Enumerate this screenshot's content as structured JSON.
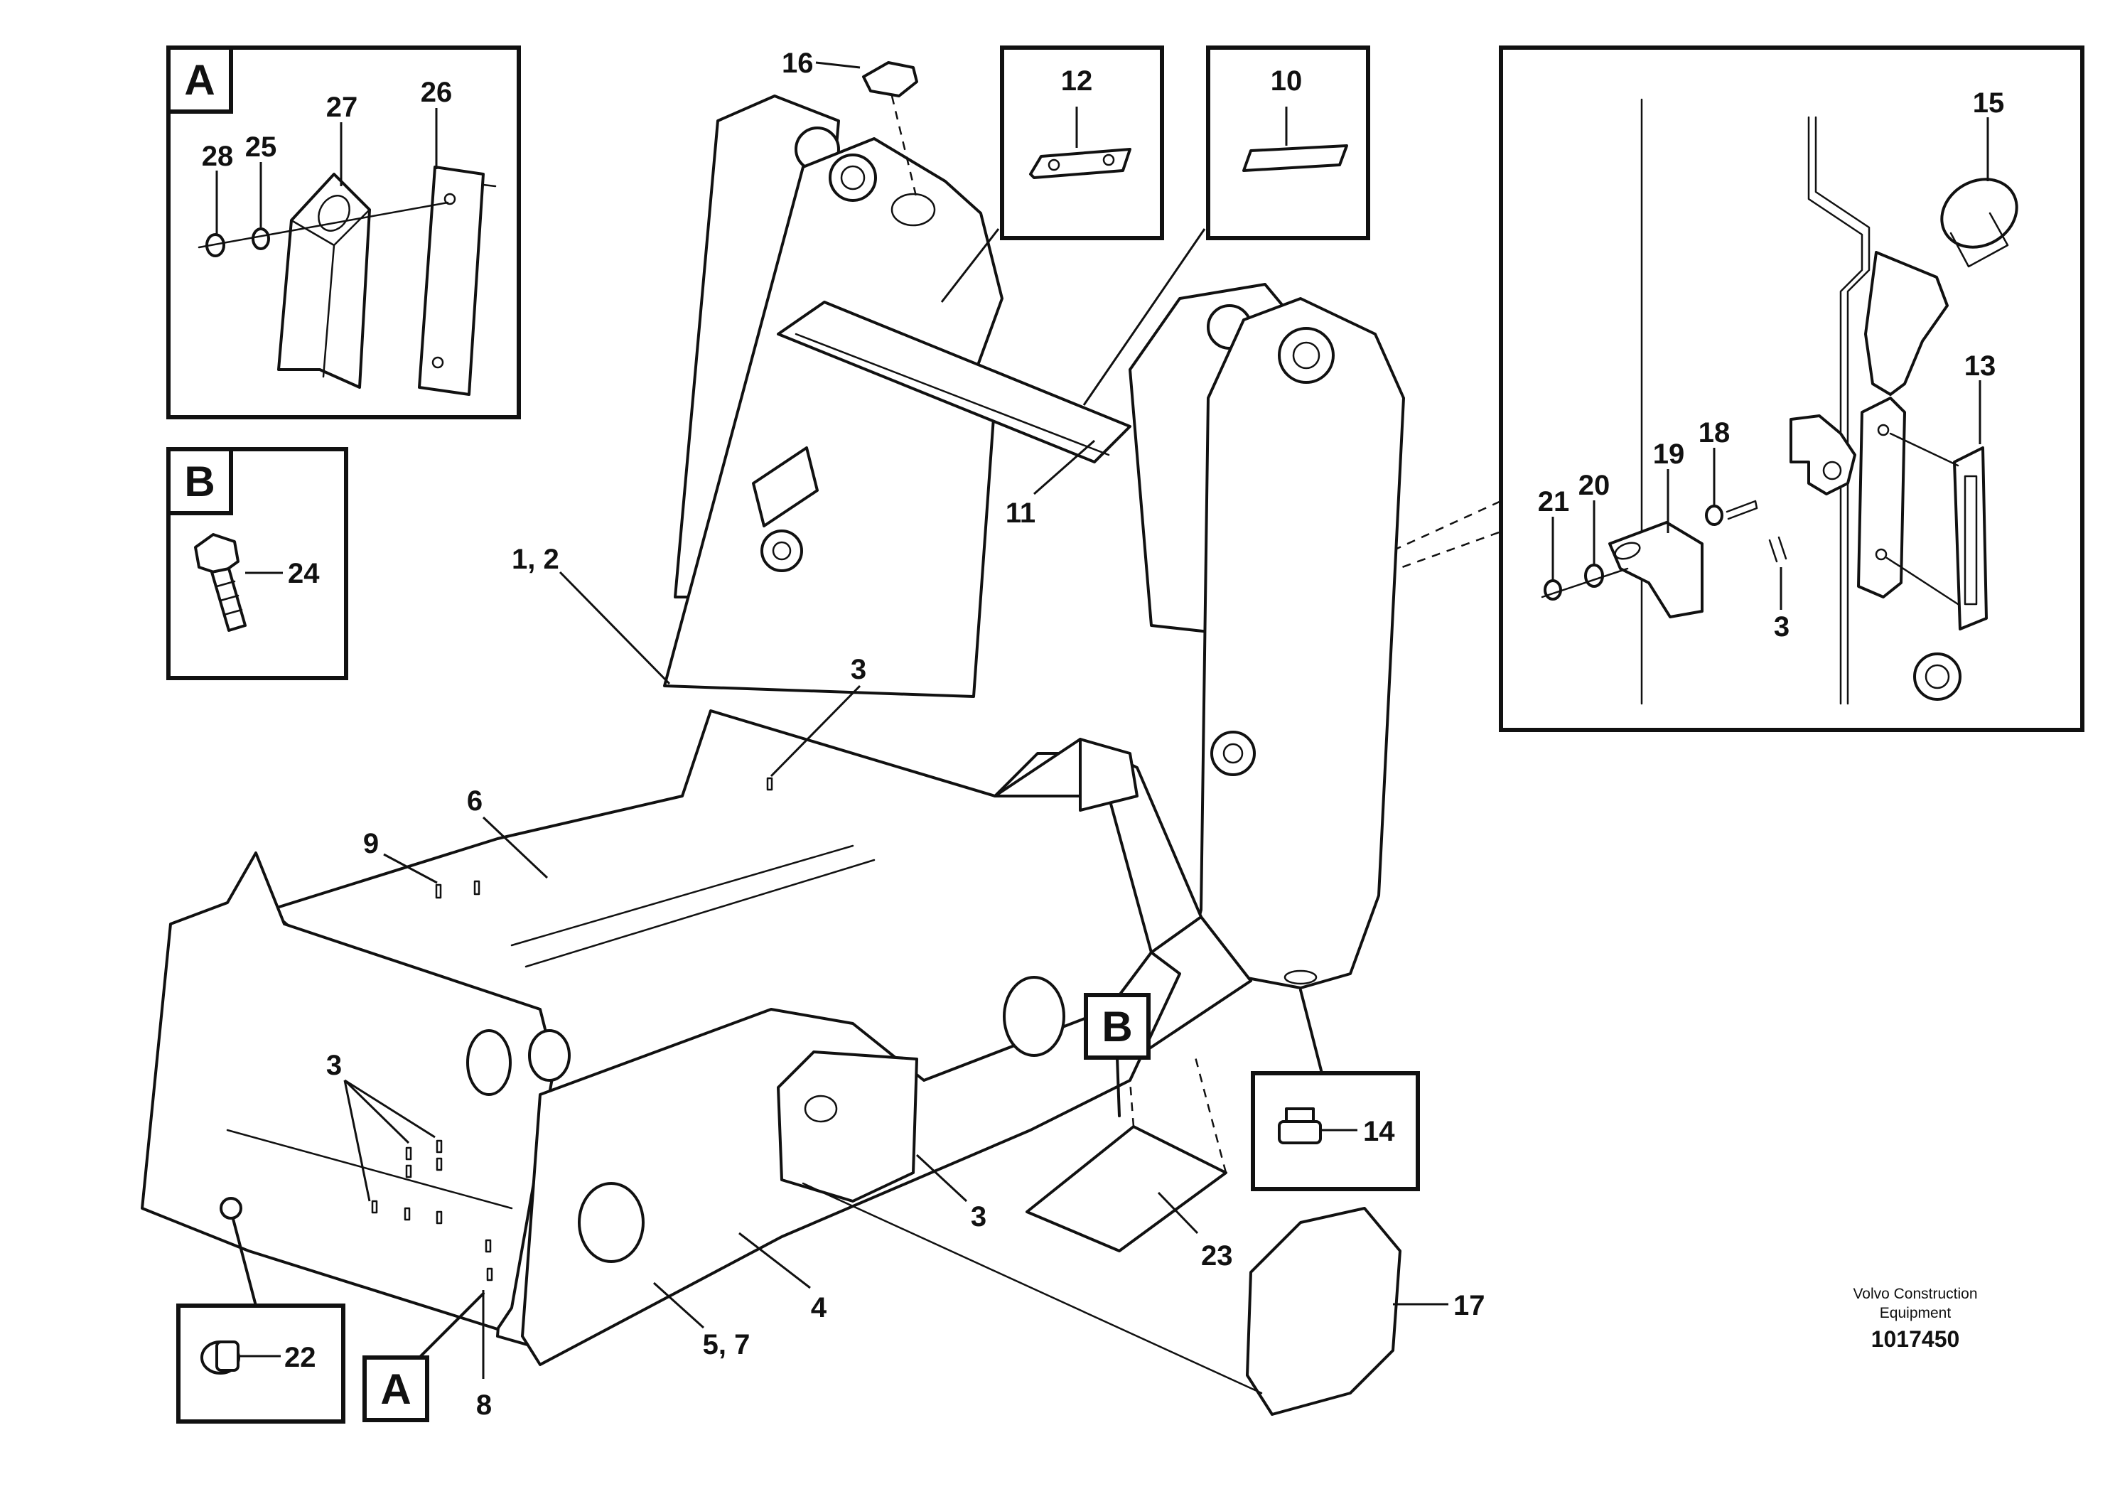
{
  "callouts": {
    "c1_2": "1, 2",
    "c3a": "3",
    "c3b": "3",
    "c3c": "3",
    "c3d": "3",
    "c4": "4",
    "c5_7": "5, 7",
    "c6": "6",
    "c8": "8",
    "c9": "9",
    "c10": "10",
    "c11": "11",
    "c12": "12",
    "c13": "13",
    "c14": "14",
    "c15": "15",
    "c16": "16",
    "c17": "17",
    "c18": "18",
    "c19": "19",
    "c20": "20",
    "c21": "21",
    "c22": "22",
    "c23": "23",
    "c24": "24",
    "c25": "25",
    "c26": "26",
    "c27": "27",
    "c28": "28"
  },
  "view_labels": {
    "a_inset": "A",
    "b_inset": "B",
    "a_marker": "A",
    "b_marker": "B"
  },
  "footer": {
    "brand_line1": "Volvo Construction",
    "brand_line2": "Equipment",
    "drawing_number": "1017450"
  }
}
